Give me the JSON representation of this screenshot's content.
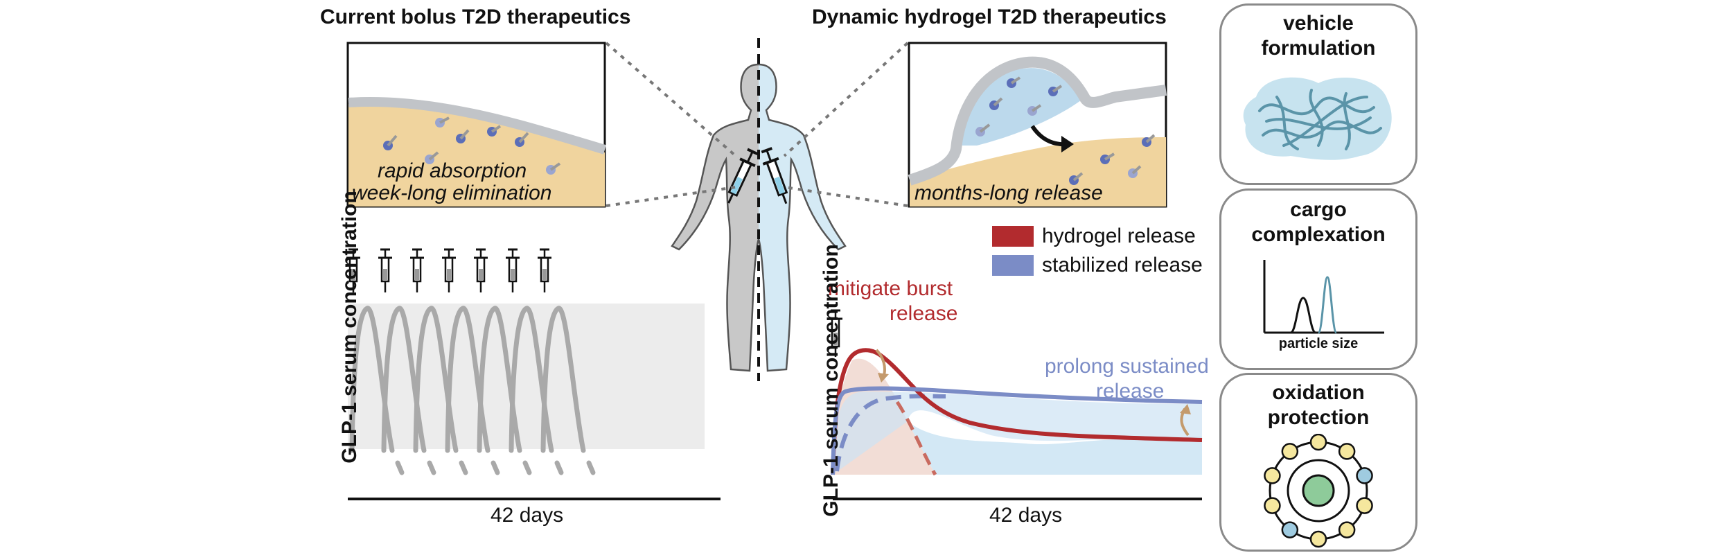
{
  "left_panel": {
    "title": "Current bolus T2D therapeutics",
    "inset_text_1": "rapid absorption",
    "inset_text_2": "week-long elimination",
    "y_label": "GLP-1 serum concentration",
    "x_label": "42 days",
    "injection_count": 7
  },
  "center_panel": {
    "title": "Dynamic hydrogel T2D therapeutics",
    "inset_text": "months-long release"
  },
  "right_chart": {
    "y_label": "GLP-1 serum concentration",
    "x_label": "42 days",
    "annotation_burst_1": "mitigate burst",
    "annotation_burst_2": "release",
    "annotation_prolong_1": "prolong sustained",
    "annotation_prolong_2": "release",
    "legend": [
      {
        "label": "hydrogel release",
        "color": "#b22b2e"
      },
      {
        "label": "stabilized release",
        "color": "#7b8cc6"
      }
    ]
  },
  "cards": {
    "vehicle_1": "vehicle",
    "vehicle_2": "formulation",
    "cargo_1": "cargo",
    "cargo_2": "complexation",
    "cargo_axis": "particle size",
    "oxidation_1": "oxidation",
    "oxidation_2": "protection"
  },
  "colors": {
    "hydrogel_red": "#b22b2e",
    "stabilized_blue": "#7b8cc6",
    "tissue_tan": "#f0d49e",
    "skin_gray": "#bfc2c5",
    "gel_blue": "#bcd9ec",
    "body_gray": "#c8c8c8",
    "body_blue": "#d5eaf5",
    "arrow_tan": "#c49a6c"
  }
}
